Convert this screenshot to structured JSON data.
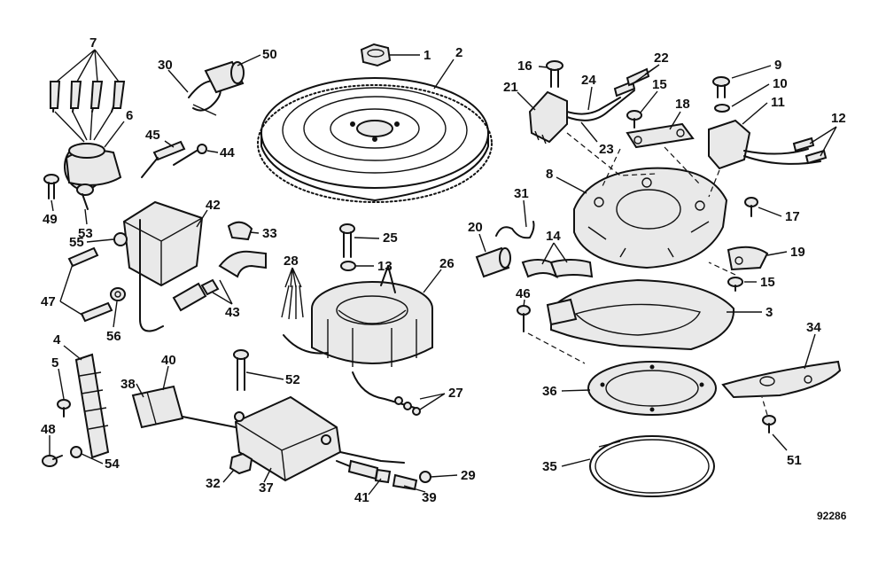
{
  "callouts": [
    "1",
    "2",
    "3",
    "4",
    "5",
    "6",
    "7",
    "8",
    "9",
    "10",
    "11",
    "12",
    "13",
    "14",
    "15",
    "15",
    "16",
    "17",
    "18",
    "19",
    "20",
    "21",
    "22",
    "23",
    "24",
    "25",
    "26",
    "27",
    "28",
    "29",
    "30",
    "31",
    "32",
    "33",
    "34",
    "35",
    "36",
    "37",
    "38",
    "39",
    "40",
    "41",
    "42",
    "43",
    "44",
    "45",
    "46",
    "47",
    "48",
    "49",
    "50",
    "51",
    "52",
    "53",
    "54",
    "55",
    "56"
  ],
  "figure_code": "92286"
}
